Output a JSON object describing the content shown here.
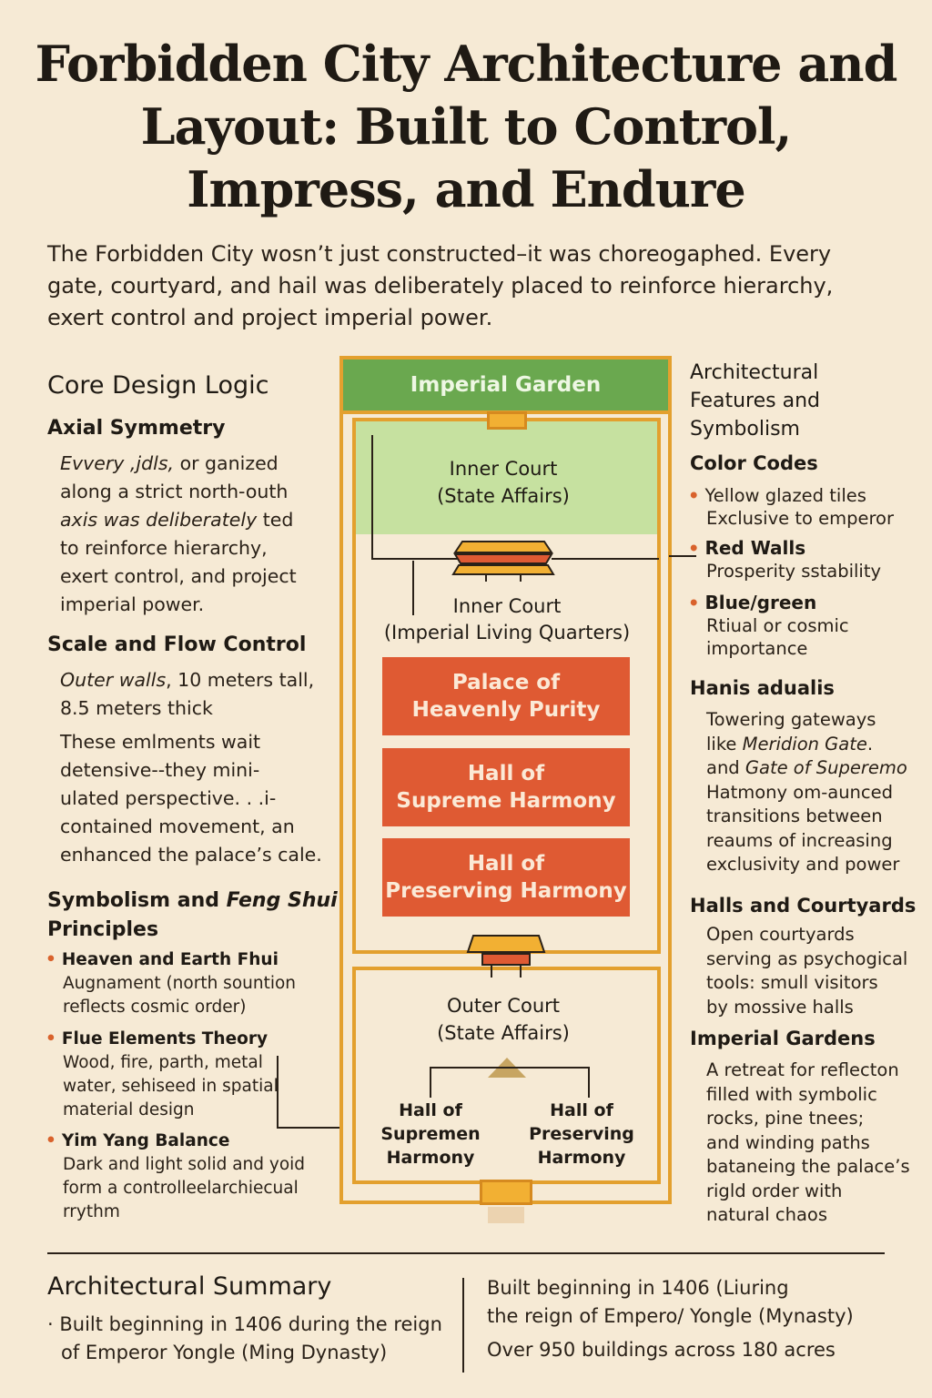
{
  "title": "Forbidden City Architecture and Layout: Built to Control, Impress, and Endure",
  "intro": "The Forbidden City wosn’t just constructed–it was choreogaphed. Every gate, courtyard, and hail was deliberately placed to reinforce hierarchy, exert control and project imperial power.",
  "left": {
    "heading": "Core Design Logic",
    "axial": {
      "heading": "Axial Symmetry",
      "line1": "Evvery ,jdls,",
      "line1b": "or ganized",
      "line2": "along a strict north-outh",
      "line3a": "axis was deliberately",
      "line3b": "ted",
      "line4": "to reinforce hierarchy,",
      "line5": "exert control, and project",
      "line6": "imperial power."
    },
    "scale": {
      "heading": "Scale and Flow Control",
      "walls_em": "Outer walls",
      "walls_rest": ", 10 meters tall,",
      "walls_line2": "8.5 meters thick",
      "p1": "These emlments wait",
      "p2": "detensive--they mini-",
      "p3": "ulated perspective. . .i-",
      "p4": "contained movement, an",
      "p5": "enhanced the palace’s cale."
    },
    "symbolism": {
      "heading_a": "Symbolism and",
      "heading_em": "Feng Shui",
      "heading_b": "Principles",
      "items": [
        {
          "title": "Heaven and Earth Fhui",
          "lines": [
            "Augnament (north sountion",
            "reflects cosmic order)"
          ]
        },
        {
          "title": "Flue Elements Theory",
          "lines": [
            "Wood, fire, parth, metal",
            "water, sehiseed in spatial",
            "material design"
          ]
        },
        {
          "title": "Yim Yang Balance",
          "lines": [
            "Dark and light solid and yoid",
            "form a controlleelarchiecual",
            "rrythm"
          ]
        }
      ]
    }
  },
  "diagram": {
    "garden": "Imperial Garden",
    "inner_state_1": "Inner Court",
    "inner_state_2": "(State Affairs)",
    "inner_living_1": "Inner Court",
    "inner_living_2": "(Imperial Living Quarters)",
    "boxes": [
      {
        "l1": "Palace of",
        "l2": "Heavenly Purity"
      },
      {
        "l1": "Hall of",
        "l2": "Supreme Harmony"
      },
      {
        "l1": "Hall of",
        "l2": "Preserving Harmony"
      }
    ],
    "outer_1": "Outer Court",
    "outer_2": "(State Affairs)",
    "hall_left": [
      "Hall of",
      "Supremen",
      "Harmony"
    ],
    "hall_right": [
      "Hall of",
      "Preserving",
      "Harmony"
    ],
    "colors": {
      "frame": "#e3a02e",
      "garden": "#6aa84f",
      "inner": "#c6e1a0",
      "hall": "#df5a33"
    }
  },
  "right": {
    "heading_1": "Architectural",
    "heading_2": "Features and",
    "heading_3": "Symbolism",
    "color_codes": {
      "heading": "Color Codes",
      "items": [
        {
          "title": "Yellow glazed tiles",
          "desc": "Exclusive to emperor",
          "bold": false
        },
        {
          "title": "Red Walls",
          "desc": "Prosperity sstability",
          "bold": true
        },
        {
          "title": "Blue/green",
          "desc1": "Rtiual or cosmic",
          "desc2": "importance",
          "bold": true
        }
      ]
    },
    "gates": {
      "heading": "Hanis adualis",
      "l1": "Towering gateways",
      "l2a": "like",
      "l2em": "Meridion Gate",
      "l2b": ".",
      "l3a": "and",
      "l3em": "Gate of Superemo",
      "l4": "Hatmony om-aunced",
      "l5": "transitions between",
      "l6": "reaums of increasing",
      "l7": "exclusivity and power"
    },
    "halls": {
      "heading": "Halls and Courtyards",
      "lines": [
        "Open courtyards",
        "serving as psychogical",
        "tools: smull visitors",
        "by mossive halls"
      ]
    },
    "gardens": {
      "heading": "Imperial Gardens",
      "lines": [
        "A retreat for reflecton",
        "filled with symbolic",
        "rocks, pine tnees;",
        "and winding paths",
        "bataneing the palace’s",
        "rigld order with",
        "natural chaos"
      ]
    }
  },
  "summary": {
    "heading": "Architectural Summary",
    "left_1": "Built beginning in 1406 during the reign",
    "left_2": "of Emperor Yongle (Ming Dynasty)",
    "right_1": "Built beginning in 1406 (Liuring",
    "right_2": "the reign of Empero/ Yongle (Mynasty)",
    "right_3": "Over 950 buildings across 180 acres"
  }
}
